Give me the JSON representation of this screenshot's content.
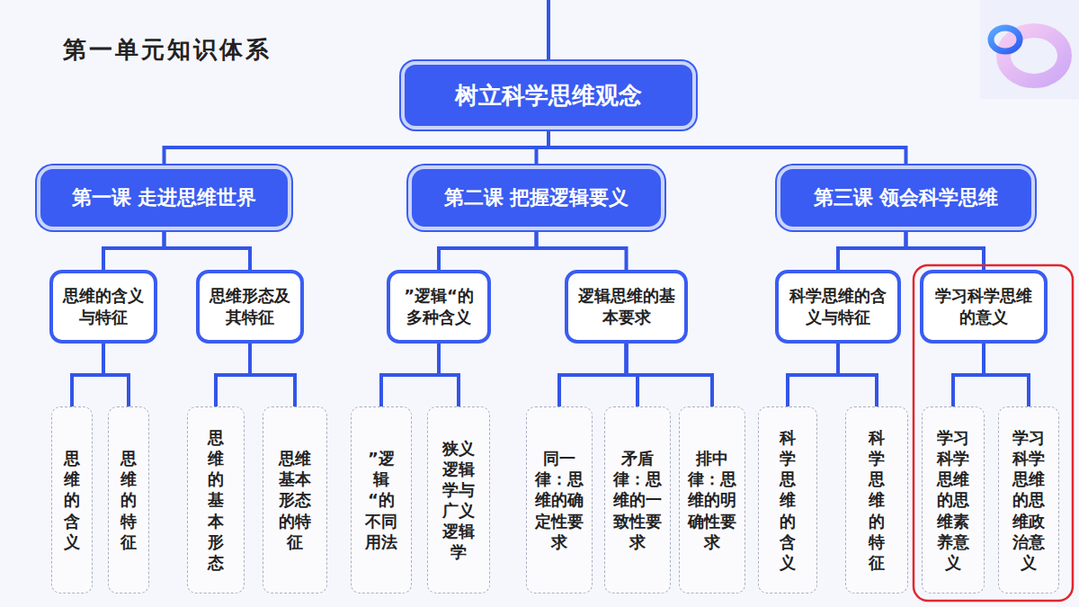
{
  "diagram": {
    "title": "第一单元知识体系",
    "nodes": [
      {
        "text": [
          "树立科学思维观念"
        ]
      },
      {
        "text": [
          "第一课 走进思维世界"
        ]
      },
      {
        "text": [
          "第二课 把握逻辑要义"
        ]
      },
      {
        "text": [
          "第三课 领会科学思维"
        ]
      },
      {
        "text": [
          "思维的含义与特征"
        ]
      },
      {
        "text": [
          "思维形态及其特征"
        ]
      },
      {
        "text": [
          "”逻辑“的多种含义"
        ]
      },
      {
        "text": [
          "逻辑思维的基本要求"
        ]
      },
      {
        "text": [
          "科学思维的含义与特征"
        ]
      },
      {
        "text": [
          "学习科学思维的意义"
        ]
      },
      {
        "text": [
          "思维的含义"
        ]
      },
      {
        "text": [
          "思维的特征"
        ]
      },
      {
        "text": [
          "思维的基本形态"
        ]
      },
      {
        "text": [
          "思维基本形态的特征"
        ]
      },
      {
        "text": [
          "”逻辑“的不同用法"
        ]
      },
      {
        "text": [
          "狭义逻辑学与广义逻辑学"
        ]
      },
      {
        "text": [
          "同一律：思维的确定性要求"
        ]
      },
      {
        "text": [
          "矛盾律：思维的一致性要求"
        ]
      },
      {
        "text": [
          "排中律：思维的明确性要求"
        ]
      },
      {
        "text": [
          "科学思维的含义"
        ]
      },
      {
        "text": [
          "科学思维的特征"
        ]
      },
      {
        "text": [
          "学习科学思维的思维素养意义"
        ]
      },
      {
        "text": [
          "学习科学思维的思维政治意义"
        ]
      }
    ],
    "edges": [
      {
        "from": 0,
        "to": 1,
        "arrow": "none"
      },
      {
        "from": 0,
        "to": 2,
        "arrow": "none"
      },
      {
        "from": 0,
        "to": 3,
        "arrow": "none"
      },
      {
        "from": 1,
        "to": 4,
        "arrow": "none"
      },
      {
        "from": 1,
        "to": 5,
        "arrow": "none"
      },
      {
        "from": 2,
        "to": 6,
        "arrow": "none"
      },
      {
        "from": 2,
        "to": 7,
        "arrow": "none"
      },
      {
        "from": 3,
        "to": 8,
        "arrow": "none"
      },
      {
        "from": 3,
        "to": 9,
        "arrow": "none"
      },
      {
        "from": 4,
        "to": 10,
        "arrow": "none"
      },
      {
        "from": 4,
        "to": 11,
        "arrow": "none"
      },
      {
        "from": 5,
        "to": 12,
        "arrow": "none"
      },
      {
        "from": 5,
        "to": 13,
        "arrow": "none"
      },
      {
        "from": 6,
        "to": 14,
        "arrow": "none"
      },
      {
        "from": 6,
        "to": 15,
        "arrow": "none"
      },
      {
        "from": 7,
        "to": 16,
        "arrow": "none"
      },
      {
        "from": 7,
        "to": 17,
        "arrow": "none"
      },
      {
        "from": 7,
        "to": 18,
        "arrow": "none"
      },
      {
        "from": 8,
        "to": 19,
        "arrow": "none"
      },
      {
        "from": 8,
        "to": 20,
        "arrow": "none"
      },
      {
        "from": 9,
        "to": 21,
        "arrow": "none"
      },
      {
        "from": 9,
        "to": 22,
        "arrow": "none"
      }
    ]
  }
}
